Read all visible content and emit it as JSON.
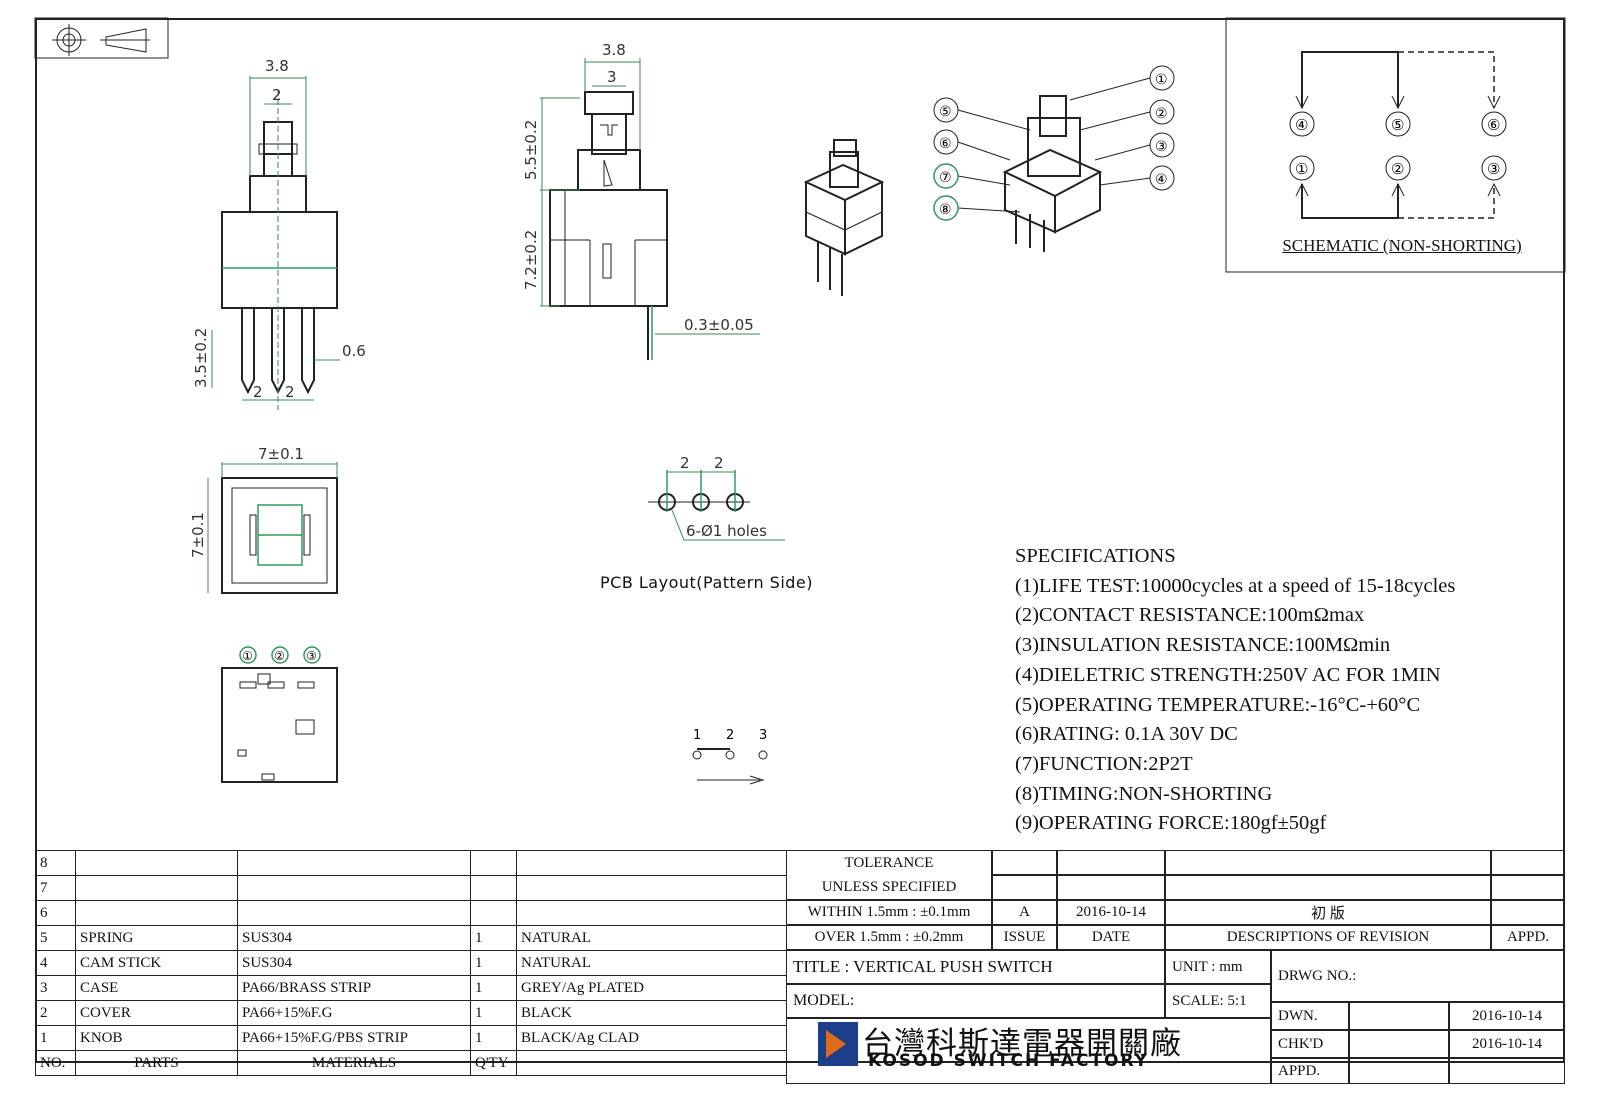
{
  "drawing": {
    "dims": {
      "front_w": "3.8",
      "front_knob": "2",
      "front_pin_h": "3.5±0.2",
      "front_pin_w": "0.6",
      "front_pitch_a": "2",
      "front_pitch_b": "2",
      "side_w": "3.8",
      "side_knob": "3",
      "side_stroke": "5.5±0.2",
      "side_body": "7.2±0.2",
      "side_pin_t": "0.3±0.05",
      "top_w": "7±0.1",
      "top_h": "7±0.1",
      "pcb_pitch_a": "2",
      "pcb_pitch_b": "2",
      "pcb_holes": "6-Ø1 holes",
      "bottom_pins": [
        "①",
        "②",
        "③"
      ],
      "contact_pins": [
        "1",
        "2",
        "3"
      ],
      "iso_callouts": [
        "①",
        "②",
        "③",
        "④",
        "⑤",
        "⑥",
        "⑦",
        "⑧"
      ]
    },
    "pcb_label": "PCB Layout(Pattern Side)"
  },
  "schematic": {
    "top_pins": [
      "④",
      "⑤",
      "⑥"
    ],
    "bottom_pins": [
      "①",
      "②",
      "③"
    ],
    "title": "SCHEMATIC (NON-SHORTING)"
  },
  "specs": {
    "heading": "SPECIFICATIONS",
    "items": [
      "(1)LIFE TEST:10000cycles at a speed of 15-18cycles",
      "(2)CONTACT RESISTANCE:100mΩmax",
      "(3)INSULATION RESISTANCE:100MΩmin",
      "(4)DIELETRIC STRENGTH:250V AC FOR 1MIN",
      "(5)OPERATING TEMPERATURE:-16°C-+60°C",
      "(6)RATING: 0.1A 30V DC",
      "(7)FUNCTION:2P2T",
      "(8)TIMING:NON-SHORTING",
      "(9)OPERATING FORCE:180gf±50gf"
    ]
  },
  "bom": {
    "rows": [
      {
        "no": "8",
        "part": "",
        "material": "",
        "qty": "",
        "finish": ""
      },
      {
        "no": "7",
        "part": "",
        "material": "",
        "qty": "",
        "finish": ""
      },
      {
        "no": "6",
        "part": "",
        "material": "",
        "qty": "",
        "finish": ""
      },
      {
        "no": "5",
        "part": "SPRING",
        "material": "SUS304",
        "qty": "1",
        "finish": "NATURAL"
      },
      {
        "no": "4",
        "part": "CAM STICK",
        "material": "SUS304",
        "qty": "1",
        "finish": "NATURAL"
      },
      {
        "no": "3",
        "part": "CASE",
        "material": "PA66/BRASS STRIP",
        "qty": "1",
        "finish": "GREY/Ag PLATED"
      },
      {
        "no": "2",
        "part": "COVER",
        "material": "PA66+15%F.G",
        "qty": "1",
        "finish": "BLACK"
      },
      {
        "no": "1",
        "part": "KNOB",
        "material": "PA66+15%F.G/PBS STRIP",
        "qty": "1",
        "finish": "BLACK/Ag CLAD"
      }
    ],
    "header": {
      "no": "NO.",
      "part": "PARTS",
      "material": "MATERIALS",
      "qty": "Q'TY"
    }
  },
  "title_block": {
    "tolerance_1": "TOLERANCE",
    "tolerance_2": "UNLESS SPECIFIED",
    "within": "WITHIN 1.5mm : ±0.1mm",
    "over": "OVER 1.5mm : ±0.2mm",
    "rev_issue": "A",
    "rev_date": "2016-10-14",
    "rev_desc": "初 版",
    "col_issue": "ISSUE",
    "col_date": "DATE",
    "col_desc": "DESCRIPTIONS OF REVISION",
    "col_appd": "APPD.",
    "title": "TITLE : VERTICAL PUSH SWITCH",
    "unit": "UNIT : mm",
    "drwg_no": "DRWG NO.:",
    "model": "MODEL:",
    "scale": "SCALE: 5:1",
    "dwn": "DWN.",
    "dwn_date": "2016-10-14",
    "chkd": "CHK'D",
    "chkd_date": "2016-10-14",
    "appd": "APPD.",
    "factory_cn": "台灣科斯達電器開關廠",
    "factory_en": "KOSOD SWITCH FACTORY"
  }
}
